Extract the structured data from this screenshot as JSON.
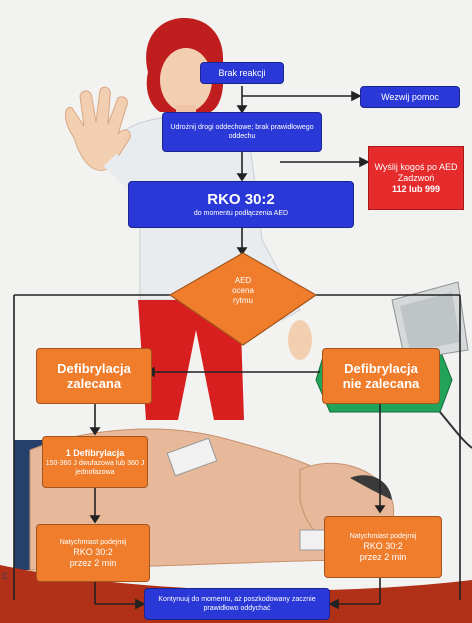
{
  "colors": {
    "blue": "#2a38d8",
    "red": "#e52b2b",
    "orange": "#ef7d2c",
    "arrow": "#222222"
  },
  "steps": {
    "no_reaction": "Brak reakcji",
    "call_for_help": "Wezwij pomoc",
    "open_airway": "Udrożnij drogi oddechowe; brak prawidłowego oddechu",
    "send_for_aed": [
      "Wyślij kogoś po AED",
      "Zadzwoń",
      "112 lub 999"
    ],
    "cpr_title": "RKO 30:2",
    "cpr_sub": "do momentu podłączenia AED",
    "aed_diamond": [
      "AED",
      "ocena",
      "rytmu"
    ],
    "shock_advised": [
      "Defibrylacja",
      "zalecana"
    ],
    "shock_not_advised": [
      "Defibrylacja",
      "nie zalecana"
    ],
    "one_shock_title": "1 Defibrylacja",
    "one_shock_sub": "150-360 J dwufazowa lub 360 J jednofazowa",
    "left_cpr_note": "Natychmiast podejmij",
    "left_cpr_title": "RKO 30:2",
    "left_cpr_time": "przez 2 min",
    "right_cpr_note": "Natychmiast podejmij",
    "right_cpr_title": "RKO 30:2",
    "right_cpr_time": "przez 2 min",
    "bottom_note": "Kontynuuj do momentu, aż poszkodowany zacznie prawidłowo oddychać",
    "edge_letter": "c"
  }
}
